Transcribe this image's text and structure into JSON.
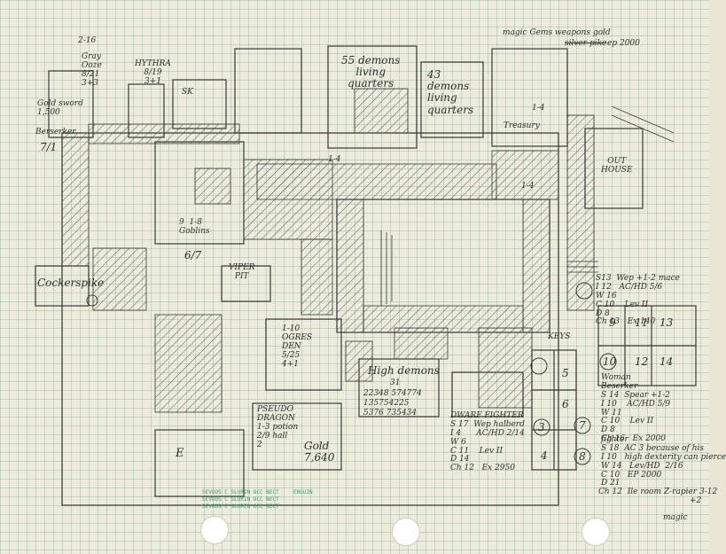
{
  "labels": {
    "gray_ooze": "Gray\nOoze\n8/21\n3+3",
    "gray_ooze_count": "2-16",
    "hythra": "HYTHRA\n8/19\n3+1",
    "gold_sword": "Gold sword\n1,500",
    "berserker": "Berserker",
    "seven_one": "7/1",
    "demons55": "55 demons\nliving\nquarters",
    "demons43": "43\ndemons\nliving\nquarters",
    "treasury": "Treasury",
    "treasure_header": "magic  Gems  weapons  gold",
    "silver_pike": "silver pike",
    "ep2000": "ep 2000",
    "out_house": "OUT\nHOUSE",
    "one_four": "1-4",
    "goblins": "9  1-8\nGoblins",
    "six_seven": "6/7",
    "viper_pit": "VIPER\nPIT",
    "cockerspike": "Cockerspike",
    "ogres_den": "1-10\nOGRES\nDEN\n5/25\n4+1",
    "high_demons": "High demons",
    "high_demons_num": "31",
    "high_demons_row1": "22348 574774",
    "high_demons_row2": "135754225",
    "high_demons_row3": "5376 735434",
    "pseudo_dragon": "PSEUDO\nDRAGON\n1-3 potion\n2/9 hall\n2",
    "gold_7640": "Gold\n7,640",
    "letter_e": "E",
    "keys": "KEYS",
    "wep_mace": "S13  Wep +1-2 mace\nI 12   AC/HD 5/6\nW 16\nC 10    Lev II\nD 8\nCh 13   Ex 140",
    "woman_beserker": "Woman\nBeserker\nS 14  Spear +1-2\nI 10    AC/HD 5/9\nW 11\nC 10    Lev II\nD 8\nCh 16   Ex 2000",
    "dwarf_fighter": "DWARF FIGHTER\nS 17  Wep halberd\nI 4      AC/HD 2/14\nW 6\nC 11    Lev II\nD 14\nCh 12   Ex 2950",
    "fighter": "fighter\nS 18  AC 3 because of his\nI 10   high dexterity can pierce\nW 14   Lev/HD  2/16\nC 10   EP 2000\nD 21",
    "ch12_line": "Ch 12  Ile room Z-rapier 3-12\n                                    +2",
    "magic_word": "magic",
    "sk": "SK",
    "rooms": [
      "9",
      "11",
      "13",
      "10",
      "12",
      "14",
      "5",
      "3",
      "4",
      "6",
      "7",
      "8"
    ],
    "stamp_lines": [
      "SEVOOS C SLURIN OCC BECT",
      "SEVOOS C SLURIN OCC BECT",
      "SEVOOS C SLURIN OCC BECT"
    ],
    "stamp_brand": "ENGUIN"
  },
  "colors": {
    "ink": "#2e2e2e",
    "grid": "#7aaa96",
    "paper": "#ecebdc",
    "stamp": "#3f9a6e"
  }
}
